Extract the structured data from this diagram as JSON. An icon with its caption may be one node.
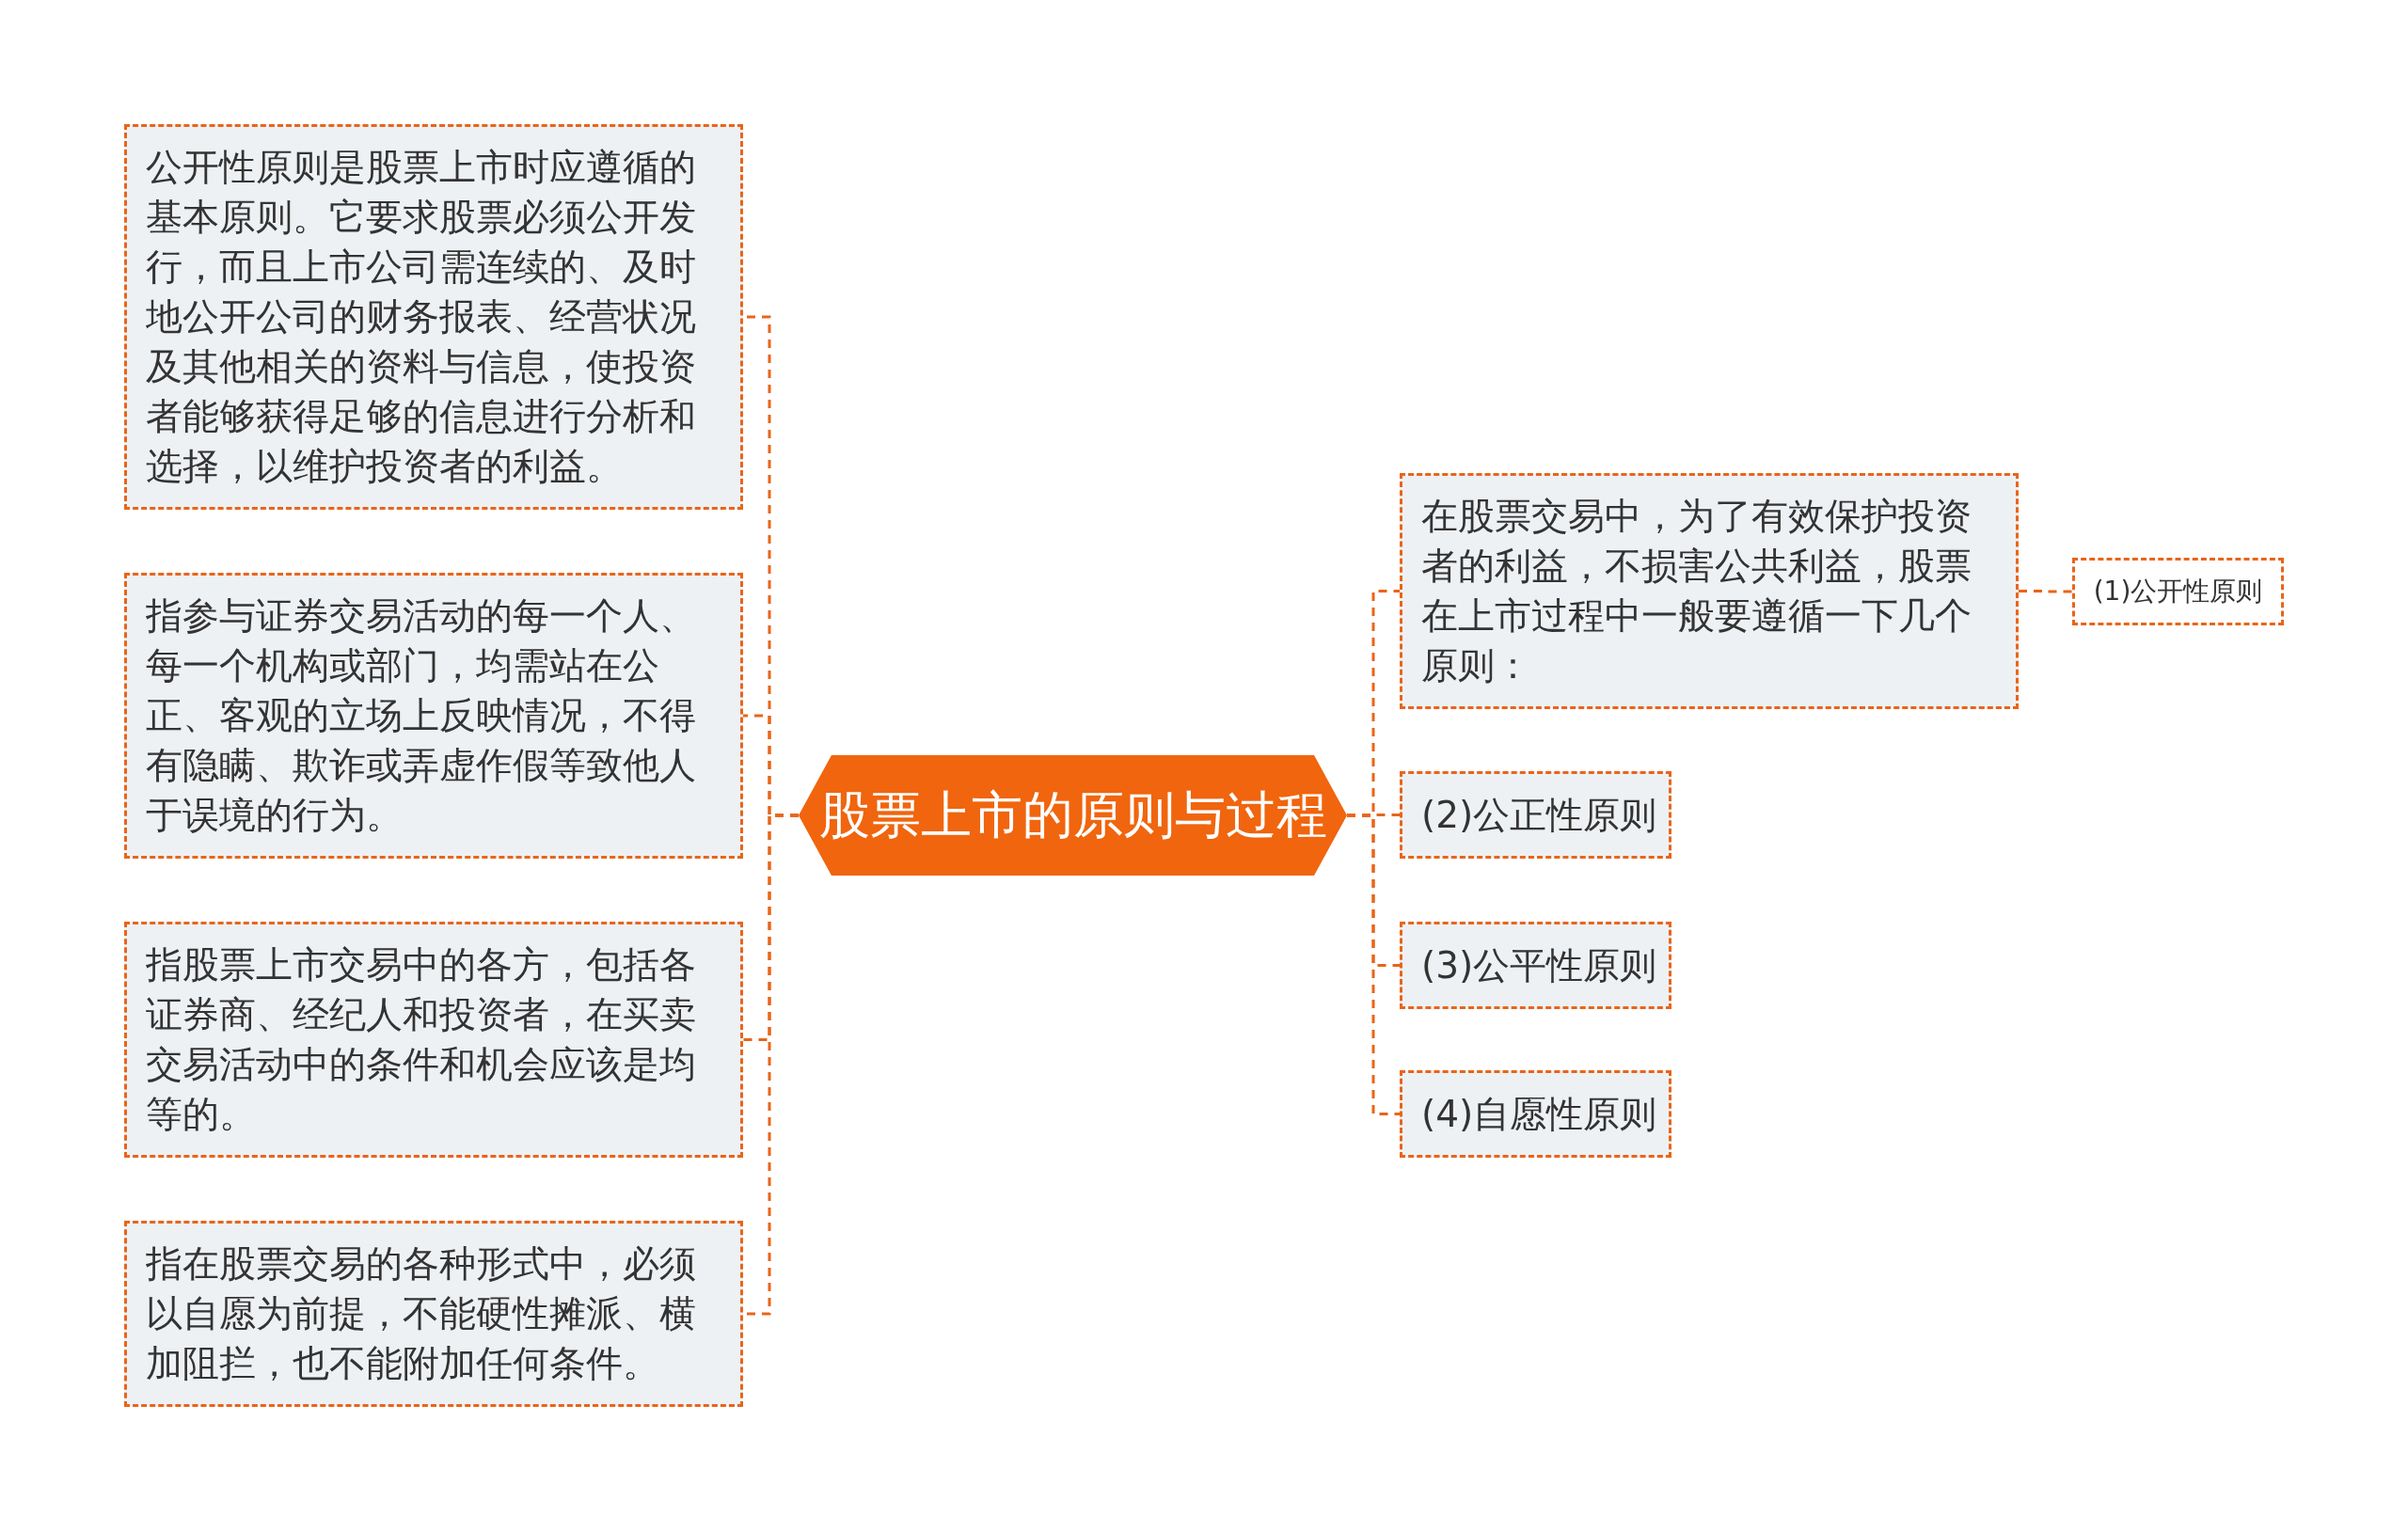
{
  "diagram": {
    "nodes": [
      {
        "text": [
          "股票上市的原则与过程"
        ]
      },
      {
        "text": [
          "在股票交易中，为了有效保护投资者的利益，不损害公共利益，股票在上市过程中一般要遵循一下几个原则："
        ]
      },
      {
        "text": [
          "(1)公开性原则"
        ]
      },
      {
        "text": [
          "(2)公正性原则"
        ]
      },
      {
        "text": [
          "(3)公平性原则"
        ]
      },
      {
        "text": [
          "(4)自愿性原则"
        ]
      },
      {
        "text": [
          "公开性原则是股票上市时应遵循的基本原则。它要求股票必须公开发行，而且上市公司需连续的、及时地公开公司的财务报表、经营状况及其他相关的资料与信息，使投资者能够获得足够的信息进行分析和选择，以维护投资者的利益。"
        ]
      },
      {
        "text": [
          "指参与证券交易活动的每一个人、每一个机构或部门，均需站在公正、客观的立场上反映情况，不得有隐瞒、欺诈或弄虚作假等致他人于误境的行为。"
        ]
      },
      {
        "text": [
          "指股票上市交易中的各方，包括各证券商、经纪人和投资者，在买卖交易活动中的条件和机会应该是均等的。"
        ]
      },
      {
        "text": [
          "指在股票交易的各种形式中，必须以自愿为前提，不能硬性摊派、横加阻拦，也不能附加任何条件。"
        ]
      }
    ],
    "edges": [
      {
        "from": 0,
        "to": 1,
        "arrow": "none",
        "style": "dashed"
      },
      {
        "from": 1,
        "to": 2,
        "arrow": "none",
        "style": "dashed"
      },
      {
        "from": 0,
        "to": 3,
        "arrow": "none",
        "style": "dashed"
      },
      {
        "from": 0,
        "to": 4,
        "arrow": "none",
        "style": "dashed"
      },
      {
        "from": 0,
        "to": 5,
        "arrow": "none",
        "style": "dashed"
      },
      {
        "from": 0,
        "to": 6,
        "arrow": "none",
        "style": "dashed"
      },
      {
        "from": 0,
        "to": 7,
        "arrow": "none",
        "style": "dashed"
      },
      {
        "from": 0,
        "to": 8,
        "arrow": "none",
        "style": "dashed"
      },
      {
        "from": 0,
        "to": 9,
        "arrow": "none",
        "style": "dashed"
      }
    ]
  }
}
